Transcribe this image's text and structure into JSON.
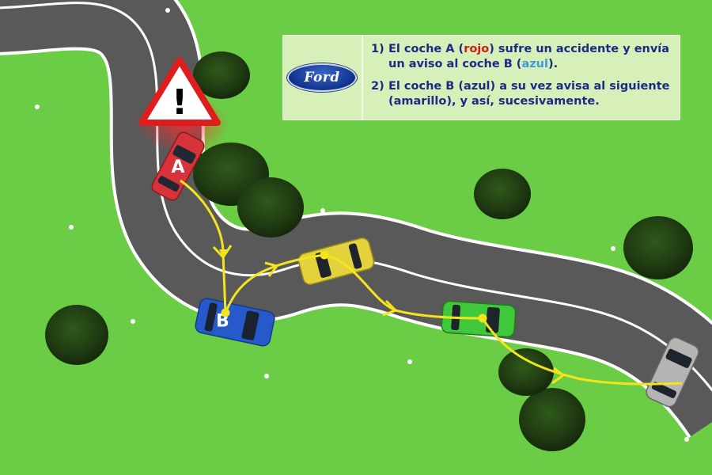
{
  "brand": {
    "name": "Ford",
    "logo_text": "Ford"
  },
  "steps": [
    {
      "num": "1)",
      "p1": "El coche A (",
      "h1": "rojo",
      "p2": ") sufre un accidente y envía un aviso al coche B (",
      "h2": "azul",
      "p3": ")."
    },
    {
      "num": "2)",
      "text": "El coche B (azul) a su vez avisa al siguiente (amarillo), y así, sucesivamente."
    }
  ],
  "cars": [
    {
      "id": "A",
      "label": "A",
      "color": "#d8323a"
    },
    {
      "id": "B",
      "label": "B",
      "color": "#2659c9"
    },
    {
      "id": "yellow",
      "label": "",
      "color": "#e3d23c"
    },
    {
      "id": "green",
      "label": "",
      "color": "#3fc83a"
    },
    {
      "id": "grey",
      "label": "",
      "color": "#b4b4b4"
    }
  ],
  "warning": {
    "icon": "warning-triangle-icon",
    "symbol": "!"
  },
  "colors": {
    "grass": "#6fd248",
    "road": "#5a5a5a",
    "road_line": "#ffffff",
    "arrow": "#f4e41c",
    "tree": "#1f3a12",
    "text": "#1c2a86",
    "highlight_red": "#d21a1a",
    "highlight_blue": "#3a9be0"
  }
}
